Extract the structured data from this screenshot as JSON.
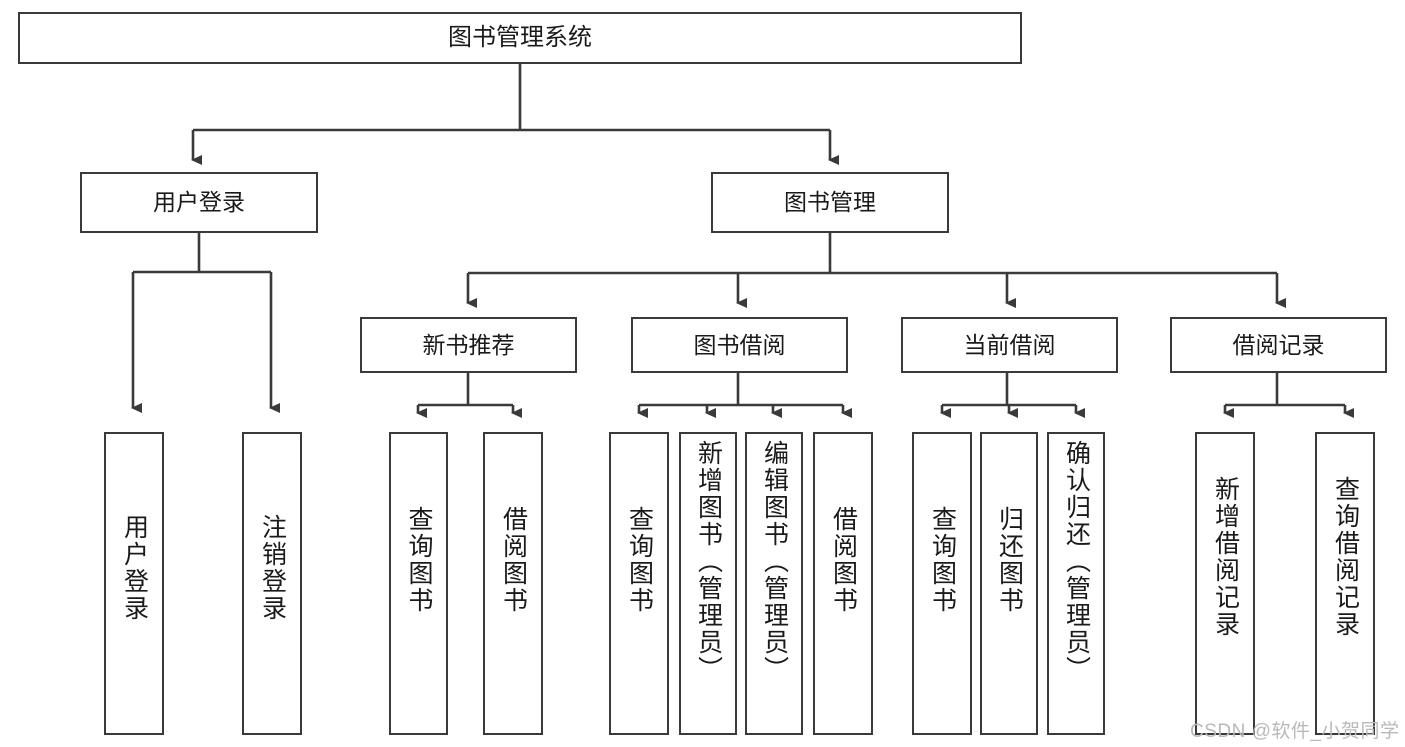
{
  "diagram": {
    "type": "tree",
    "title": "图书管理系统",
    "root": {
      "id": "root",
      "label": "图书管理系统"
    },
    "level1": [
      {
        "id": "user-login",
        "label": "用户登录"
      },
      {
        "id": "book-management",
        "label": "图书管理"
      }
    ],
    "level2": [
      {
        "id": "new-book-recommend",
        "label": "新书推荐",
        "parent": "book-management"
      },
      {
        "id": "book-borrow",
        "label": "图书借阅",
        "parent": "book-management"
      },
      {
        "id": "current-borrow",
        "label": "当前借阅",
        "parent": "book-management"
      },
      {
        "id": "borrow-record",
        "label": "借阅记录",
        "parent": "book-management"
      }
    ],
    "leaves": [
      {
        "id": "leaf-user-login",
        "label": "用户登录",
        "parent": "user-login"
      },
      {
        "id": "leaf-logout-login",
        "label": "注销登录",
        "parent": "user-login"
      },
      {
        "id": "leaf-query-book-1",
        "label": "查询图书",
        "parent": "new-book-recommend"
      },
      {
        "id": "leaf-borrow-book-1",
        "label": "借阅图书",
        "parent": "new-book-recommend"
      },
      {
        "id": "leaf-query-book-2",
        "label": "查询图书",
        "parent": "book-borrow"
      },
      {
        "id": "leaf-add-book",
        "label": "新增图书（管理员）",
        "parent": "book-borrow"
      },
      {
        "id": "leaf-edit-book",
        "label": "编辑图书（管理员）",
        "parent": "book-borrow"
      },
      {
        "id": "leaf-borrow-book-2",
        "label": "借阅图书",
        "parent": "book-borrow"
      },
      {
        "id": "leaf-query-book-3",
        "label": "查询图书",
        "parent": "current-borrow"
      },
      {
        "id": "leaf-return-book",
        "label": "归还图书",
        "parent": "current-borrow"
      },
      {
        "id": "leaf-confirm-return",
        "label": "确认归还（管理员）",
        "parent": "current-borrow"
      },
      {
        "id": "leaf-add-record",
        "label": "新增借阅记录",
        "parent": "borrow-record"
      },
      {
        "id": "leaf-query-record",
        "label": "查询借阅记录",
        "parent": "borrow-record"
      }
    ]
  },
  "watermark": {
    "text": "CSDN @软件_小贺同学"
  },
  "colors": {
    "stroke": "#3a3a3a",
    "background": "#ffffff",
    "text": "#1a1a1a",
    "watermark": "#b9b9b9"
  }
}
